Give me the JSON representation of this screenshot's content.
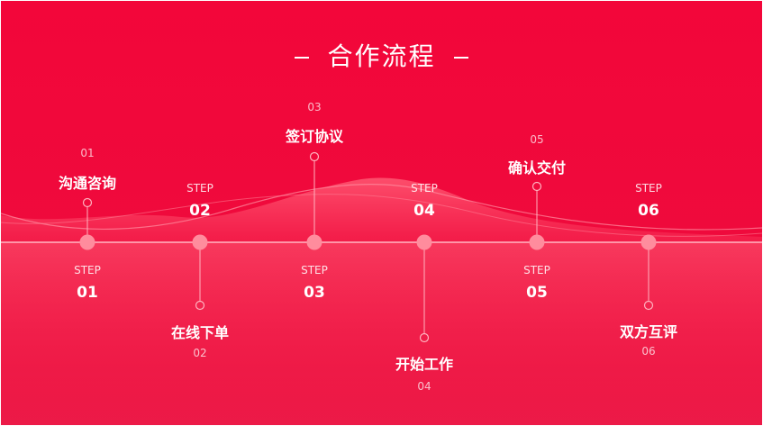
{
  "title": "合作流程",
  "colors": {
    "background": "#f0083b",
    "wave": "#ff4d6b",
    "node": "#ff8c9d",
    "line": "#ffb3bf"
  },
  "steps": [
    {
      "step_label": "STEP",
      "step_num": "01",
      "name": "沟通咨询",
      "num": "01",
      "label_side": "top"
    },
    {
      "step_label": "STEP",
      "step_num": "02",
      "name": "在线下单",
      "num": "02",
      "label_side": "bottom"
    },
    {
      "step_label": "STEP",
      "step_num": "03",
      "name": "签订协议",
      "num": "03",
      "label_side": "top"
    },
    {
      "step_label": "STEP",
      "step_num": "04",
      "name": "开始工作",
      "num": "04",
      "label_side": "bottom"
    },
    {
      "step_label": "STEP",
      "step_num": "05",
      "name": "确认交付",
      "num": "05",
      "label_side": "top"
    },
    {
      "step_label": "STEP",
      "step_num": "06",
      "name": "双方互评",
      "num": "06",
      "label_side": "bottom"
    }
  ]
}
